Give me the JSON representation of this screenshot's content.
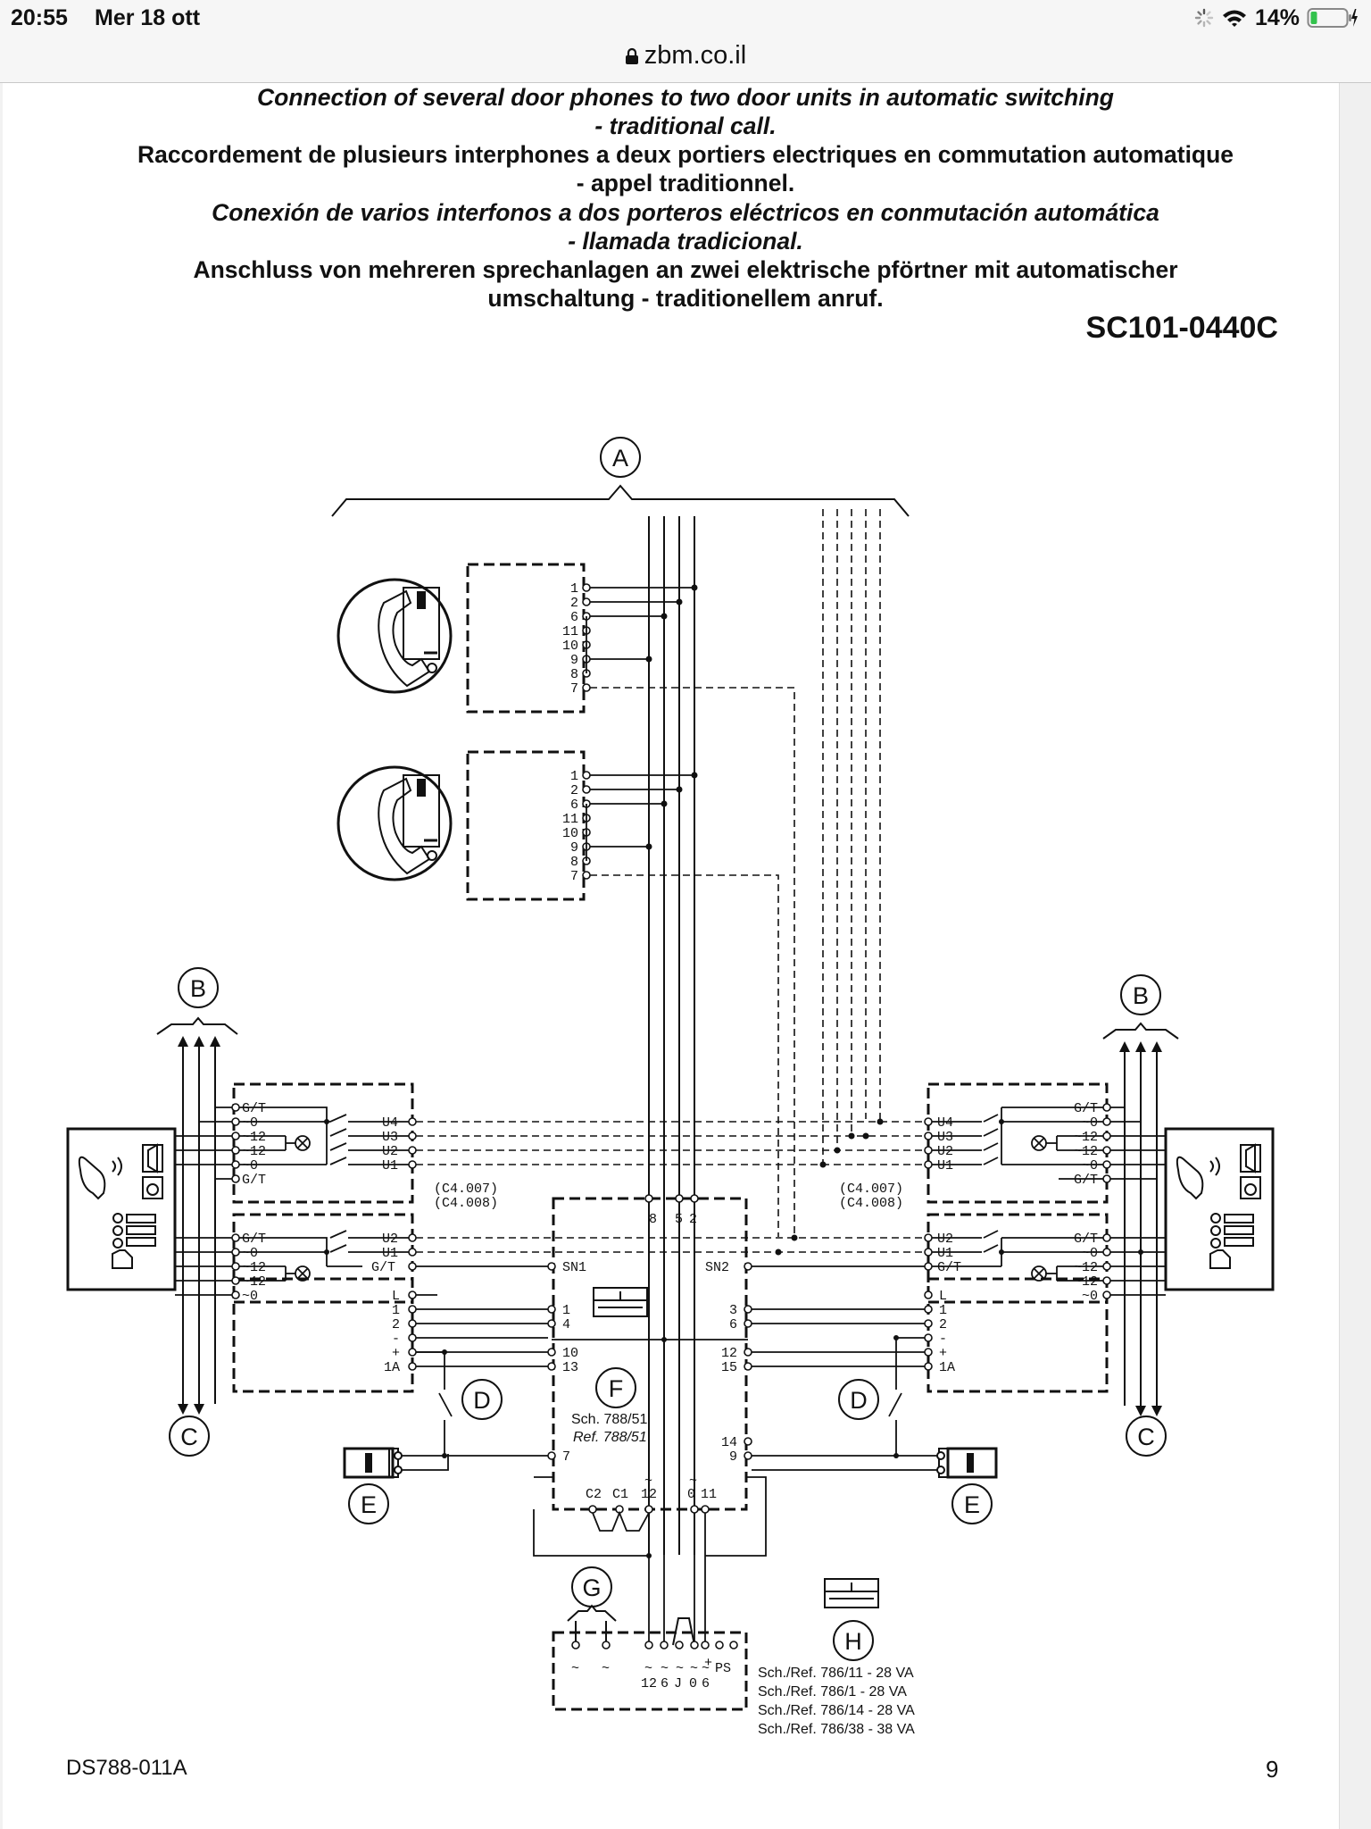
{
  "status": {
    "time": "20:55",
    "date": "Mer 18 ott",
    "battery": "14%"
  },
  "browser": {
    "url": "zbm.co.il"
  },
  "doc": {
    "titles": [
      "Connection of several door phones to two door units in automatic switching",
      "- traditional call.",
      "Raccordement de plusieurs interphones a deux portiers electriques en commutation automatique",
      "- appel traditionnel.",
      "Conexión de varios interfonos a dos porteros eléctricos en conmutación automática",
      "- llamada tradicional.",
      "Anschluss von mehreren sprechanlagen an zwei elektrische pförtner mit automatischer",
      "umschaltung - traditionellem anruf."
    ],
    "code": "SC101-0440C",
    "footer_left": "DS788-011A",
    "page_number": "9"
  },
  "diagram": {
    "letters": {
      "A": "A",
      "B": "B",
      "C": "C",
      "D": "D",
      "E": "E",
      "F": "F",
      "G": "G",
      "H": "H"
    },
    "phone_terminals": [
      "1",
      "2",
      "6",
      "11",
      "10",
      "9",
      "8",
      "7"
    ],
    "door_terms_left": [
      "G/T",
      "~0",
      "~12",
      "~12",
      "~0",
      "G/T"
    ],
    "relay_terms": [
      "U4",
      "U3",
      "U2",
      "U1"
    ],
    "relay_terms2": [
      "U2",
      "U1",
      "G/T"
    ],
    "door_lower_left": [
      "G/T",
      "~0",
      "~12",
      "~12",
      "~0"
    ],
    "dc_terms": [
      "L",
      "1",
      "2",
      "-",
      "+",
      "1A"
    ],
    "codes": [
      "(C4.007)",
      "(C4.008)"
    ],
    "f_top_terms": [
      "8",
      "5",
      "2"
    ],
    "sn1": "SN1",
    "sn2": "SN2",
    "f_left_terms": [
      "1",
      "4",
      "10",
      "13",
      "7"
    ],
    "f_right_terms": [
      "3",
      "6",
      "12",
      "15",
      "14",
      "9"
    ],
    "f_ref1": "Sch. 788/51",
    "f_ref2": "Ref. 788/51",
    "f_bottom_terms": [
      "C2",
      "C1",
      "12",
      "0",
      "11"
    ],
    "tilde": "~",
    "ps_top": [
      "~",
      "~",
      "~",
      "~",
      "~",
      "~",
      "+",
      "PS"
    ],
    "ps_bottom": [
      "12",
      "6",
      "J",
      "0",
      "6"
    ],
    "h_refs": [
      "Sch./Ref. 786/11 - 28 VA",
      "Sch./Ref. 786/1  - 28 VA",
      "Sch./Ref. 786/14 - 28 VA",
      "Sch./Ref. 786/38 - 38 VA"
    ]
  }
}
